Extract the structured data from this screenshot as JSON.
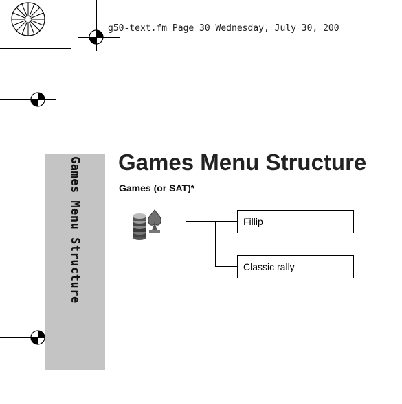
{
  "header": {
    "print_info": "g50-text.fm  Page 30  Wednesday, July 30, 200"
  },
  "side_tab": {
    "label": "Games Menu Structure"
  },
  "page": {
    "title": "Games Menu Structure",
    "menu_label": "Games (or SAT)*"
  },
  "menu_items": [
    {
      "label": "Fillip"
    },
    {
      "label": "Classic rally"
    }
  ],
  "icons": {
    "menu": "games-menu-icon"
  }
}
